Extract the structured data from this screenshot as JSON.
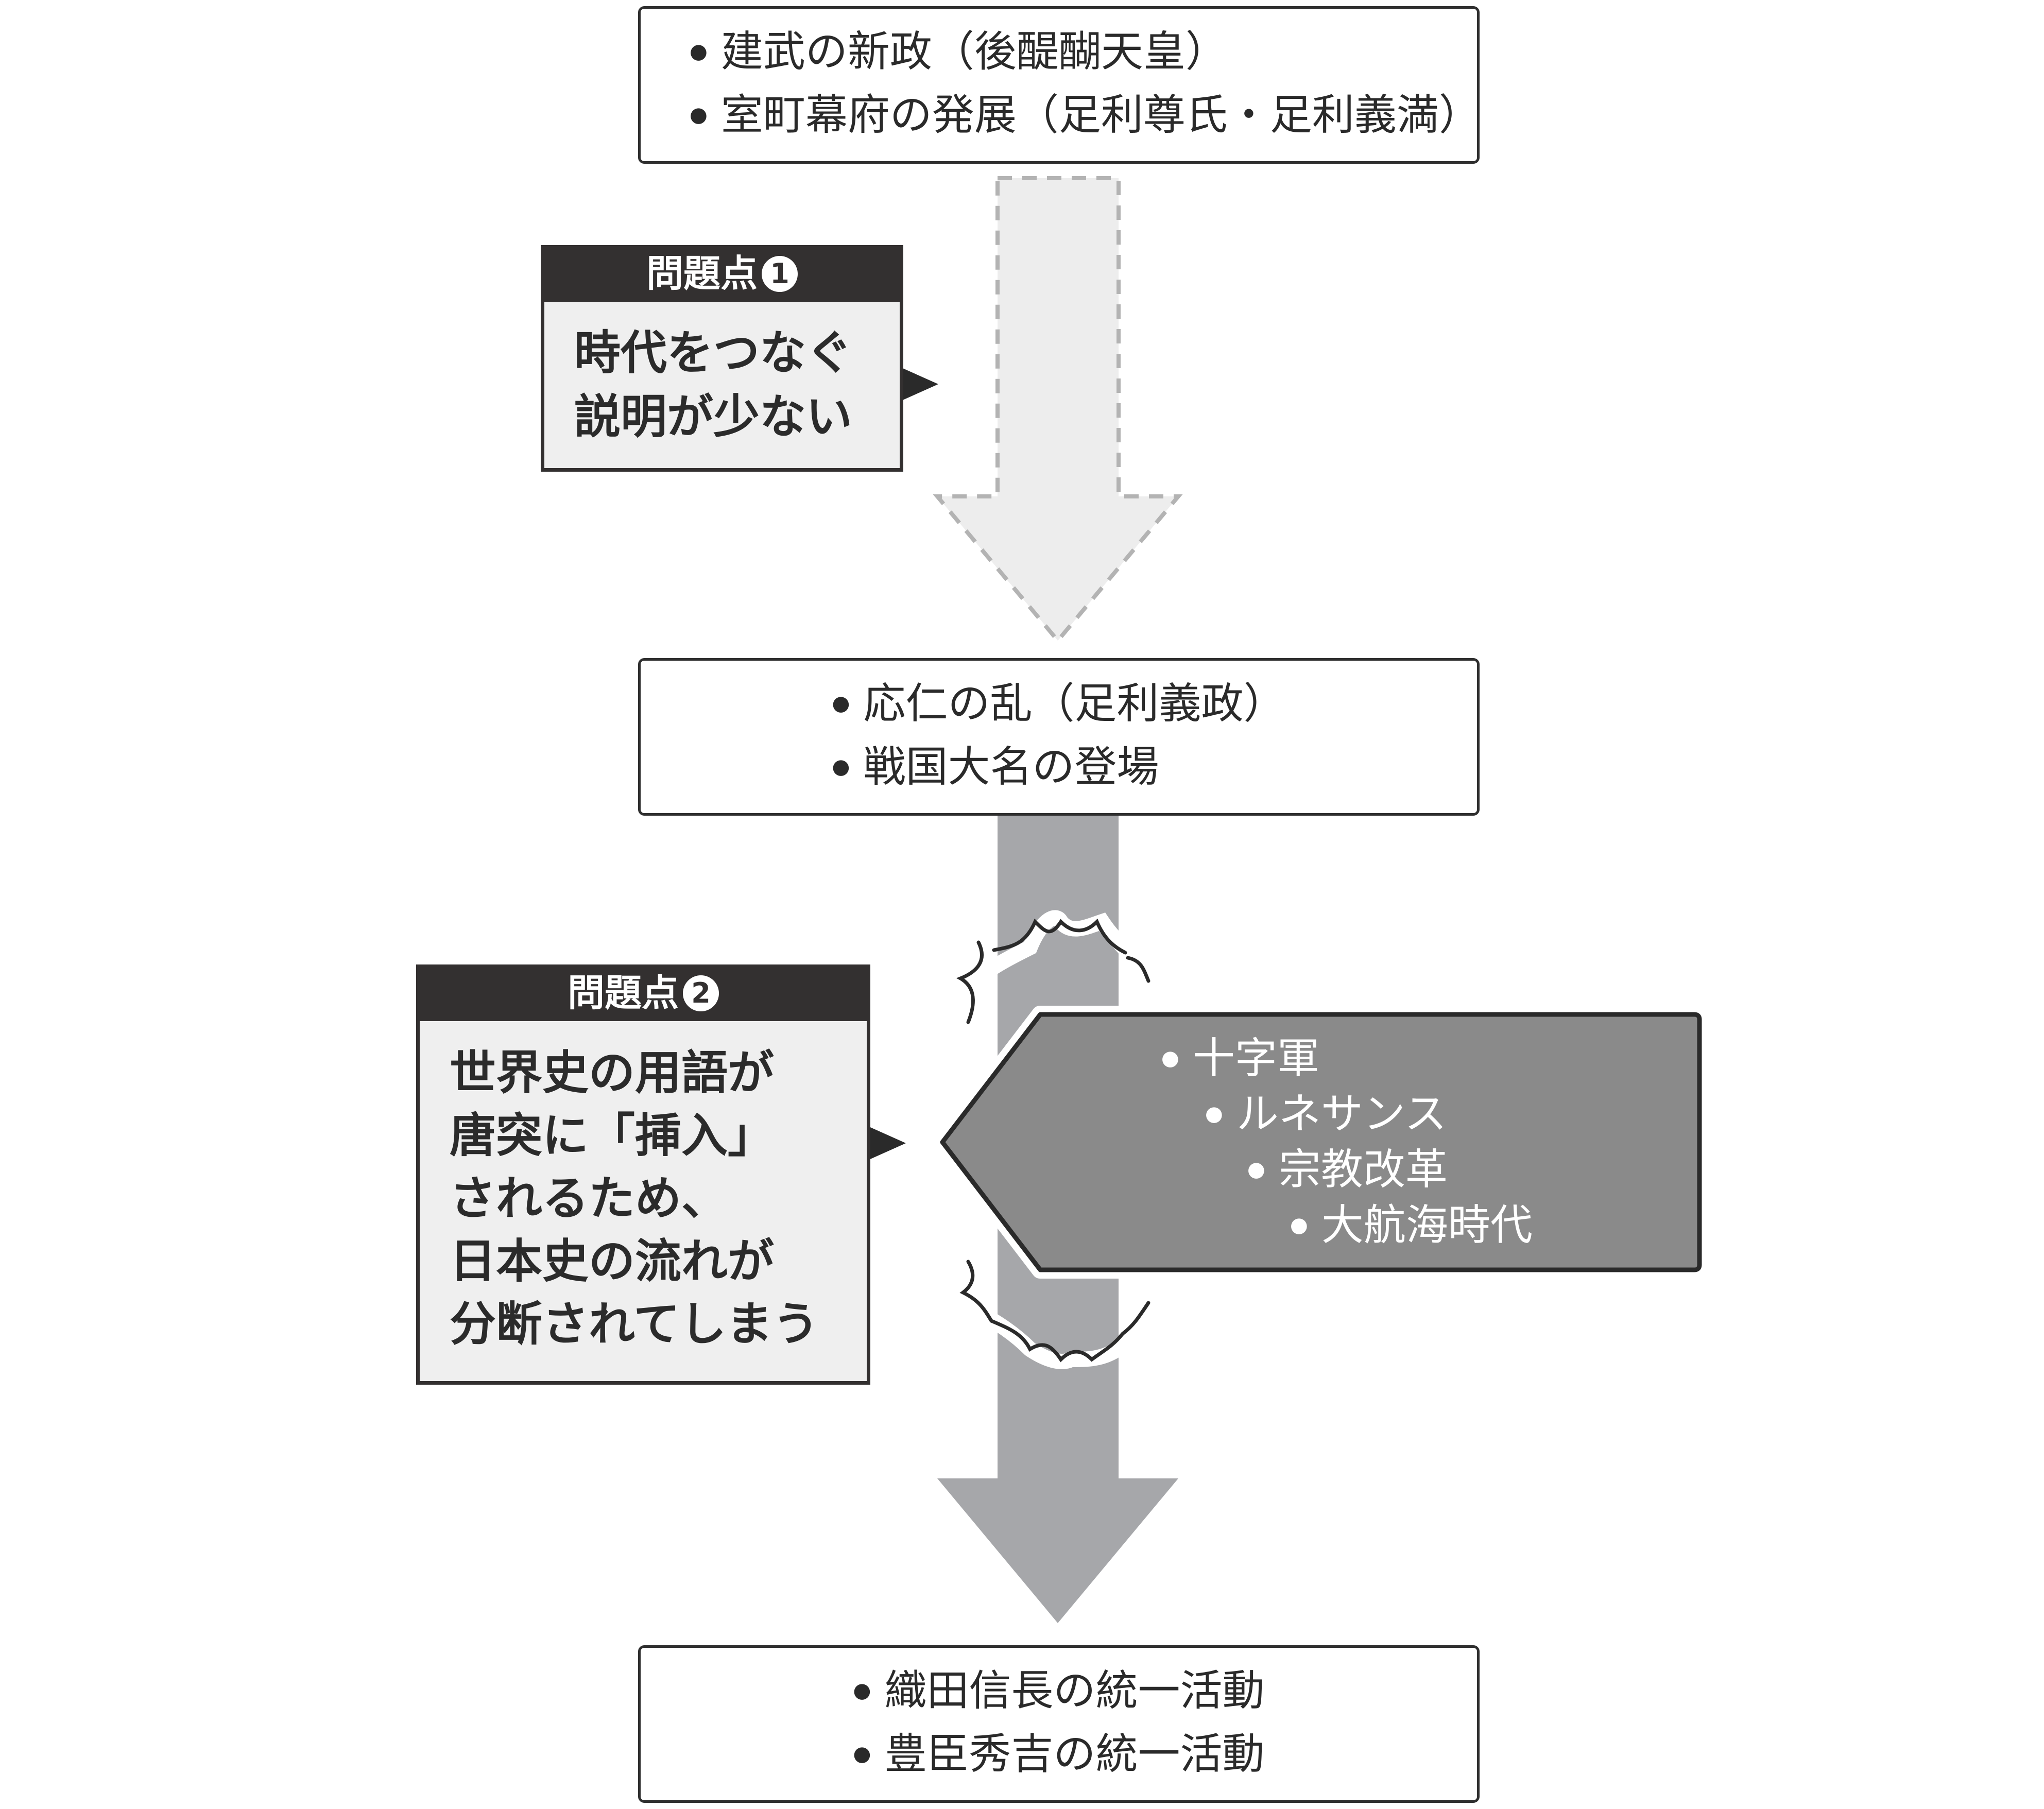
{
  "boxes": {
    "top": [
      "建武の新政（後醍醐天皇）",
      "室町幕府の発展（足利尊氏・足利義満）"
    ],
    "middle": [
      "応仁の乱（足利義政）",
      "戦国大名の登場"
    ],
    "bottom": [
      "織田信長の統一活動",
      "豊臣秀吉の統一活動"
    ]
  },
  "problem1": {
    "label": "問題点",
    "number": "1",
    "lines": [
      "時代をつなぐ",
      "説明が少ない"
    ]
  },
  "problem2": {
    "label": "問題点",
    "number": "2",
    "lines": [
      "世界史の用語が",
      "唐突に「挿入」",
      "されるため、",
      "日本史の流れが",
      "分断されてしまう"
    ]
  },
  "world_history": [
    "十字軍",
    "ルネサンス",
    "宗教改革",
    "大航海時代"
  ],
  "colors": {
    "dashed_arrow_fill": "#ededed",
    "dashed_arrow_stroke": "#b3b3b3",
    "solid_arrow": "#a6a7aa",
    "callout_fill": "#8a8a8a",
    "dark": "#333030"
  }
}
